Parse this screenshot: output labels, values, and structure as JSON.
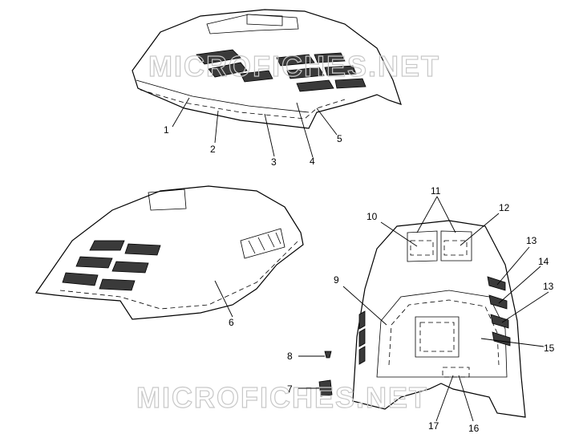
{
  "watermark": "MICROFICHES.NET",
  "callouts": [
    "1",
    "2",
    "3",
    "4",
    "5",
    "6",
    "7",
    "8",
    "9",
    "10",
    "11",
    "12",
    "13",
    "14",
    "13",
    "15",
    "16",
    "17"
  ]
}
